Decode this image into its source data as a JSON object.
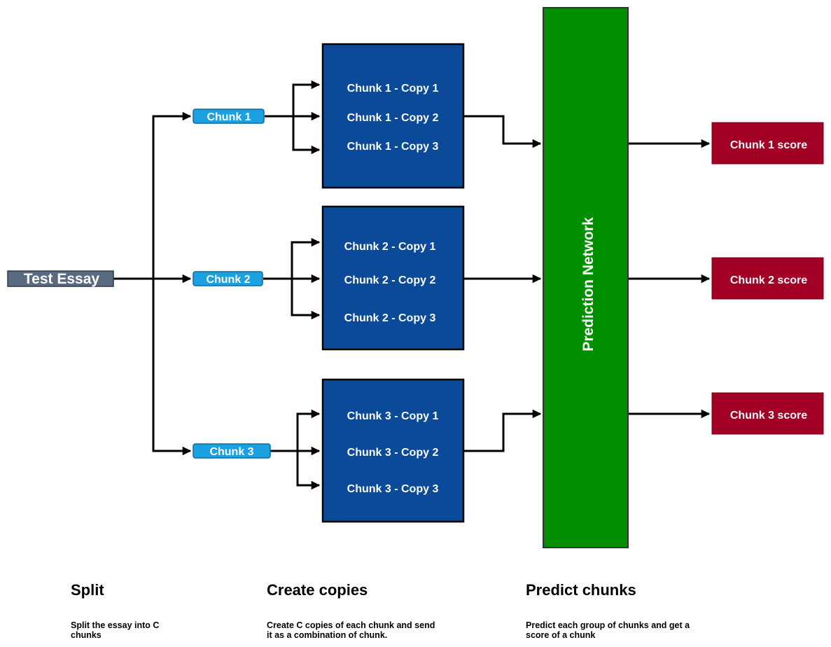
{
  "input": {
    "label": "Test Essay"
  },
  "chunks": [
    {
      "label": "Chunk 1",
      "copies": [
        "Chunk 1 - Copy 1",
        "Chunk 1 - Copy 2",
        "Chunk 1 - Copy 3"
      ],
      "score": "Chunk 1 score"
    },
    {
      "label": "Chunk 2",
      "copies": [
        "Chunk 2 - Copy 1",
        "Chunk 2 - Copy 2",
        "Chunk 2 - Copy 3"
      ],
      "score": "Chunk 2 score"
    },
    {
      "label": "Chunk 3",
      "copies": [
        "Chunk 3 - Copy 1",
        "Chunk 3 - Copy 2",
        "Chunk 3 - Copy 3"
      ],
      "score": "Chunk 3 score"
    }
  ],
  "network": {
    "label": "Prediction Network"
  },
  "captions": [
    {
      "title": "Split",
      "desc": "Split the essay into C chunks"
    },
    {
      "title": "Create copies",
      "desc": "Create C copies of each chunk and send it as a combination of chunk."
    },
    {
      "title": "Predict chunks",
      "desc": "Predict each group of chunks and get a score of a chunk"
    }
  ],
  "colors": {
    "input_fill": "#5a6a80",
    "chunk_fill": "#1ba1e2",
    "copy_group_fill": "#0a4a98",
    "network_fill": "#008f00",
    "score_fill": "#a20025",
    "wire": "#000000"
  }
}
